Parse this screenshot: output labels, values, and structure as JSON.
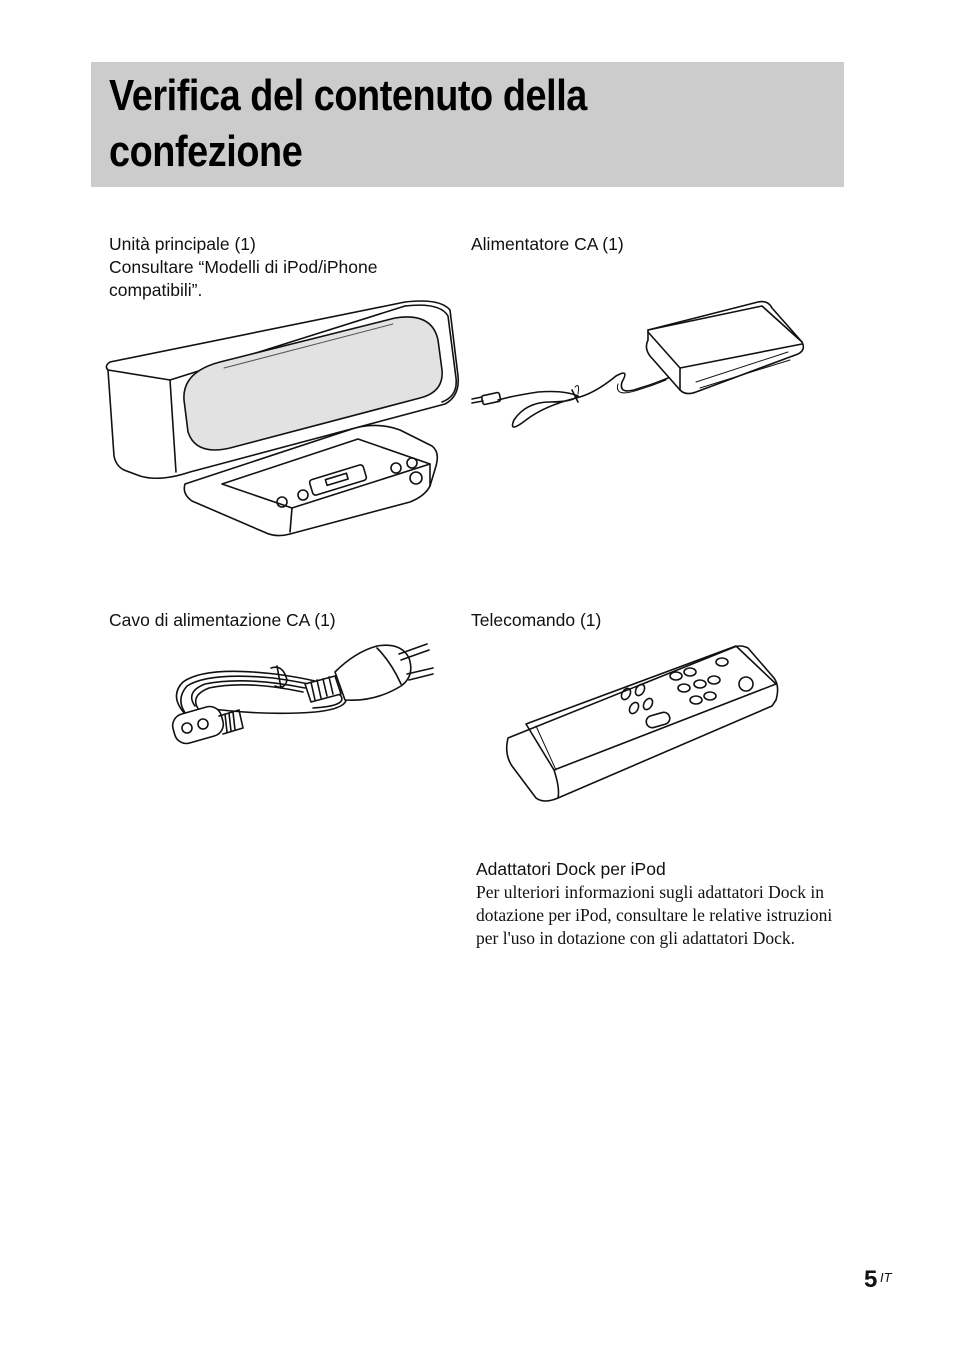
{
  "page": {
    "title_line1": "Verifica del contenuto della",
    "title_line2": "confezione",
    "page_number": "5",
    "page_suffix": "IT"
  },
  "items": {
    "main_unit": {
      "label": "Unità principale (1)",
      "note_line1": "Consultare “Modelli di iPod/iPhone",
      "note_line2": "compatibili”."
    },
    "ac_adaptor": {
      "label": "Alimentatore CA (1)"
    },
    "ac_power_cord": {
      "label": "Cavo di alimentazione CA (1)"
    },
    "remote": {
      "label": "Telecomando (1)"
    },
    "dock_adapters": {
      "label": "Adattatori Dock per iPod",
      "body_line1": "Per ulteriori informazioni sugli adattatori Dock in",
      "body_line2": "dotazione per iPod, consultare le relative istruzioni",
      "body_line3": "per l'uso in dotazione con gli adattatori Dock."
    }
  },
  "colors": {
    "title_band": "#cccccc",
    "line_art": "#111111"
  },
  "icons": [
    "speaker-dock-illustration",
    "ac-adaptor-illustration",
    "power-cord-illustration",
    "remote-control-illustration"
  ]
}
